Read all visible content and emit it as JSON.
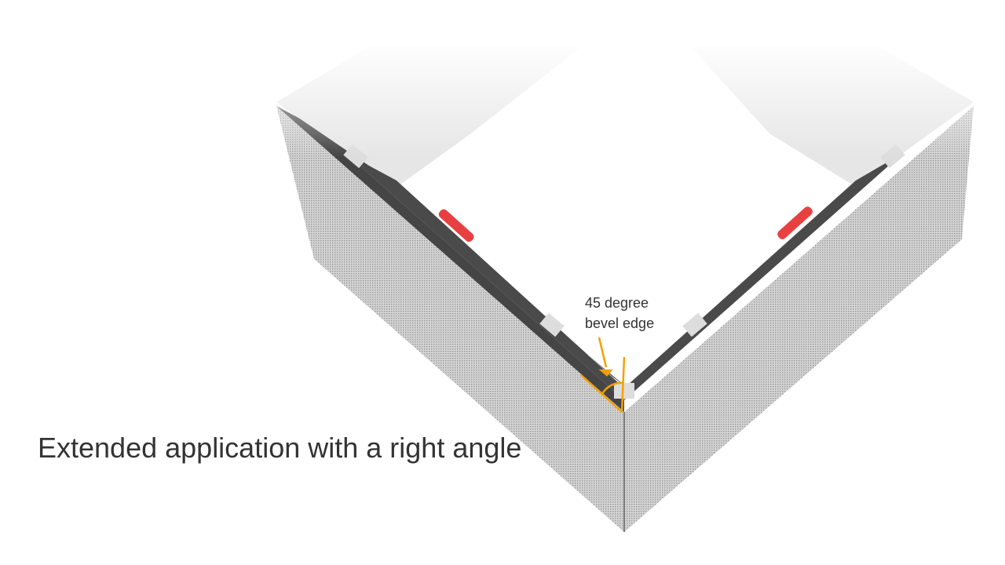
{
  "caption": "Extended application with a right angle",
  "annotation": {
    "line1": "45  degree",
    "line2": "bevel edge"
  },
  "colors": {
    "accent": "#f5a000",
    "panel": "#c8c8c8",
    "frame": "#444444",
    "handle": "#e84040"
  }
}
